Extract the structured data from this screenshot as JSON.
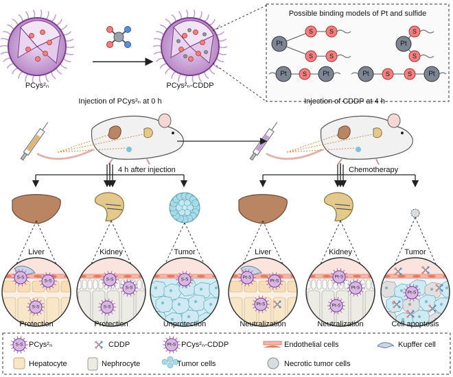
{
  "top": {
    "nanoparticle_label": "PCys²ₙ",
    "loaded_label": "PCys²ₙ-CDDP",
    "binding_box_title": "Possible binding models of Pt and sulfide",
    "pt_symbol": "Pt",
    "s_symbol": "S"
  },
  "middle": {
    "left_injection": "Injection of PCys²ₙ at 0 h",
    "right_injection": "Injection of CDDP at 4 h",
    "after_injection": "4 h after injection",
    "chemotherapy": "Chemotherapy"
  },
  "organs": [
    {
      "name": "Liver",
      "outcome": "Protection"
    },
    {
      "name": "Kidney",
      "outcome": "Protection"
    },
    {
      "name": "Tumor",
      "outcome": "Unprotection"
    },
    {
      "name": "Liver",
      "outcome": "Neutralization"
    },
    {
      "name": "Kidney",
      "outcome": "Neutralization"
    },
    {
      "name": "Tumor",
      "outcome": "Cell apoptosis"
    }
  ],
  "particle_tags": {
    "ss": "S-S",
    "pts": "Pt-S"
  },
  "legend": {
    "pcys": "PCys²ₙ",
    "cddp": "CDDP",
    "pcys_cddp": "PCys²ₙ-CDDP",
    "endothelial": "Endothelial cells",
    "kupffer": "Kupffer cell",
    "hepatocyte": "Hepatocyte",
    "nephrocyte": "Nephrocyte",
    "tumor_cells": "Tumor cells",
    "necrotic": "Necrotic tumor cells"
  },
  "colors": {
    "np_purple": "#c79bd6",
    "np_dark": "#7a3d8a",
    "sulfur_red": "#f08080",
    "pt_gray": "#7c8593",
    "endothelial_pink": "#f3b6a8",
    "tumor_blue": "#bfe3ec",
    "liver_brown": "#b98563"
  }
}
